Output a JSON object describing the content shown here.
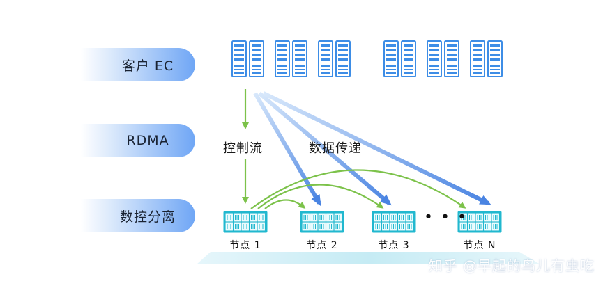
{
  "layers": {
    "client": "客户 EC",
    "rdma": "RDMA",
    "separation": "数控分离"
  },
  "flows": {
    "control": "控制流",
    "data": "数据传递"
  },
  "nodes": [
    {
      "label": "节点 1"
    },
    {
      "label": "节点 2"
    },
    {
      "label": "节点 3"
    },
    {
      "label": "节点 N"
    }
  ],
  "ellipsis": "• • •",
  "watermark": "知乎 @早起的鸟儿有虫吃",
  "colors": {
    "server_blue": "#3d8de6",
    "node_teal": "#21b8cf",
    "control_arrow_green": "#7cc24a",
    "data_arrow_blue": "#5a93e8"
  }
}
